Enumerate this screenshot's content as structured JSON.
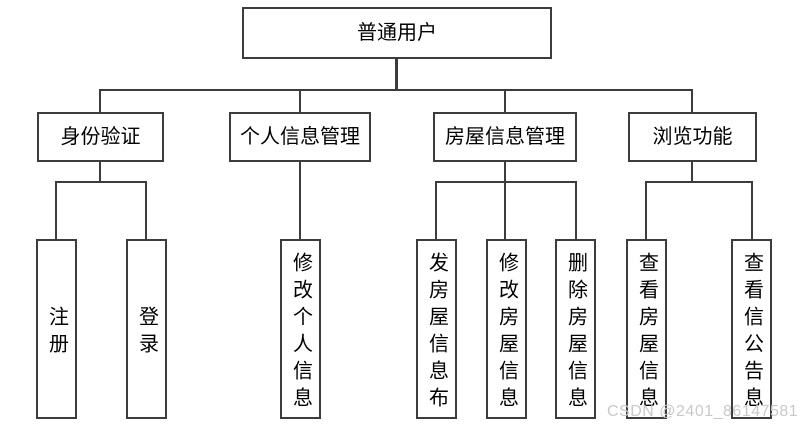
{
  "diagram": {
    "root": {
      "label": "普通用户"
    },
    "branches": [
      {
        "label": "身份验证",
        "children": [
          {
            "label": "注册"
          },
          {
            "label": "登录"
          }
        ]
      },
      {
        "label": "个人信息管理",
        "children": [
          {
            "label": "修改个人信息"
          }
        ]
      },
      {
        "label": "房屋信息管理",
        "children": [
          {
            "label": "发房屋信息布"
          },
          {
            "label": "修改房屋信息"
          },
          {
            "label": "删除房屋信息"
          }
        ]
      },
      {
        "label": "浏览功能",
        "children": [
          {
            "label": "查看房屋信息"
          },
          {
            "label": "查看信公告息"
          }
        ]
      }
    ]
  },
  "watermark": {
    "text": "CSDN @2401_86147581"
  },
  "colors": {
    "line": "#3c3c3c",
    "box_border": "#3c3c3c",
    "box_fill": "#ffffff",
    "text": "#000000",
    "watermark": "#c9c9c9",
    "background": "#ffffff"
  }
}
